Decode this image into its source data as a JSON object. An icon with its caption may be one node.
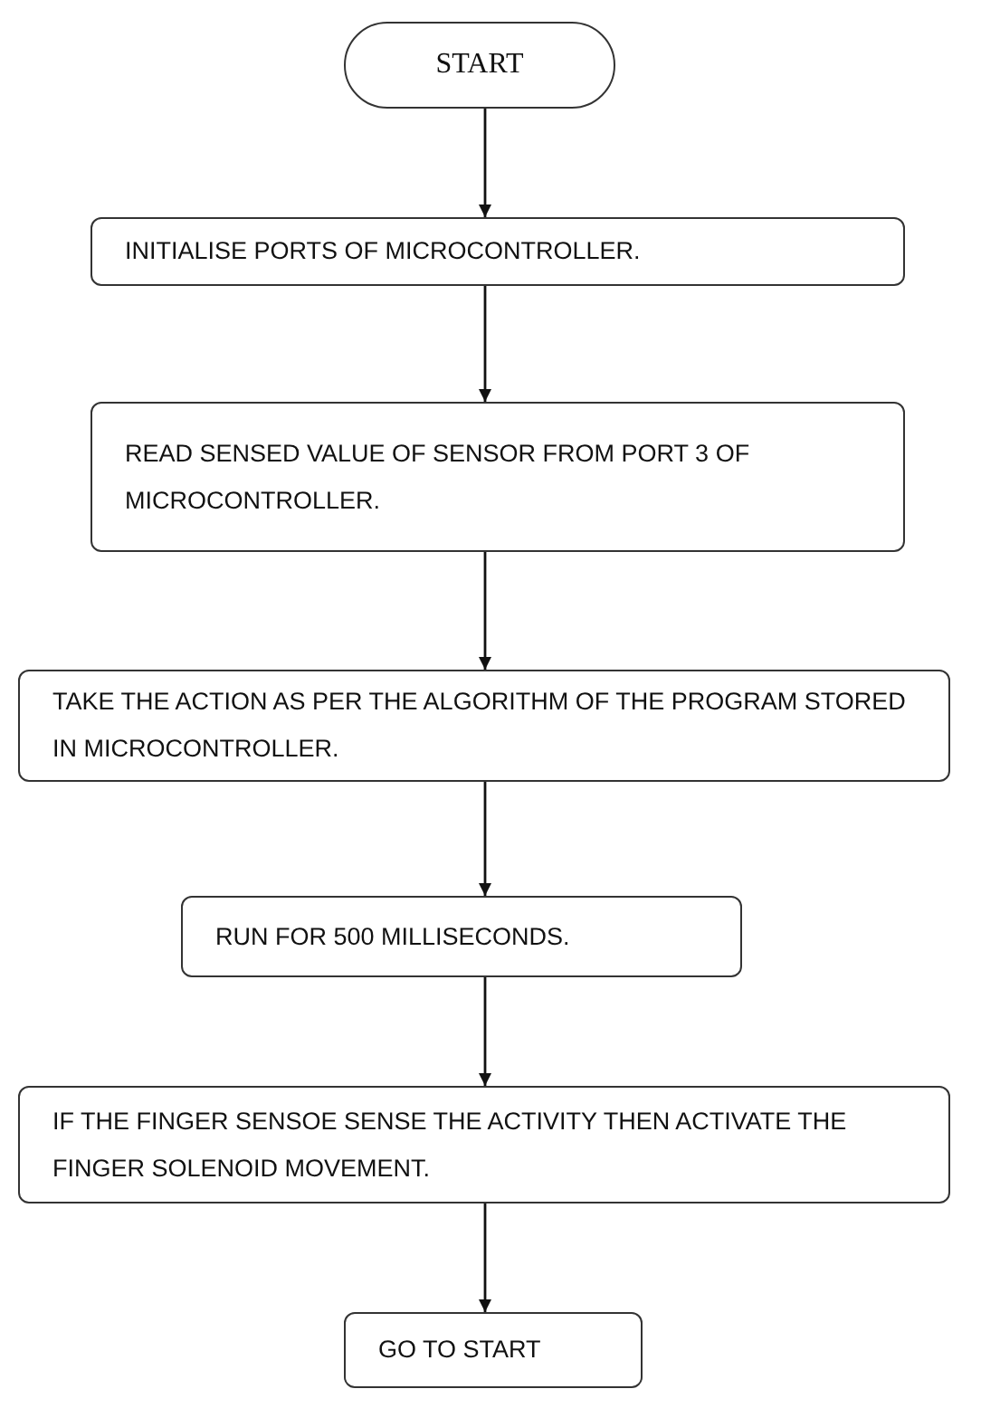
{
  "diagram": {
    "nodes": [
      {
        "text": [
          "START"
        ]
      },
      {
        "text": [
          "INITIALISE PORTS OF MICROCONTROLLER."
        ]
      },
      {
        "text": [
          "READ SENSED VALUE OF SENSOR FROM PORT 3 OF MICROCONTROLLER."
        ]
      },
      {
        "text": [
          "TAKE THE ACTION AS PER THE ALGORITHM OF THE PROGRAM STORED IN MICROCONTROLLER."
        ]
      },
      {
        "text": [
          "RUN FOR 500 MILLISECONDS."
        ]
      },
      {
        "text": [
          "IF THE FINGER SENSOE SENSE THE ACTIVITY THEN ACTIVATE THE FINGER SOLENOID MOVEMENT."
        ]
      },
      {
        "text": [
          "GO TO START"
        ]
      }
    ],
    "edges": [
      {
        "from": 0,
        "to": 1,
        "arrow": "to"
      },
      {
        "from": 1,
        "to": 2,
        "arrow": "to"
      },
      {
        "from": 2,
        "to": 3,
        "arrow": "to"
      },
      {
        "from": 3,
        "to": 4,
        "arrow": "to"
      },
      {
        "from": 4,
        "to": 5,
        "arrow": "to"
      },
      {
        "from": 5,
        "to": 6,
        "arrow": "to"
      }
    ]
  }
}
